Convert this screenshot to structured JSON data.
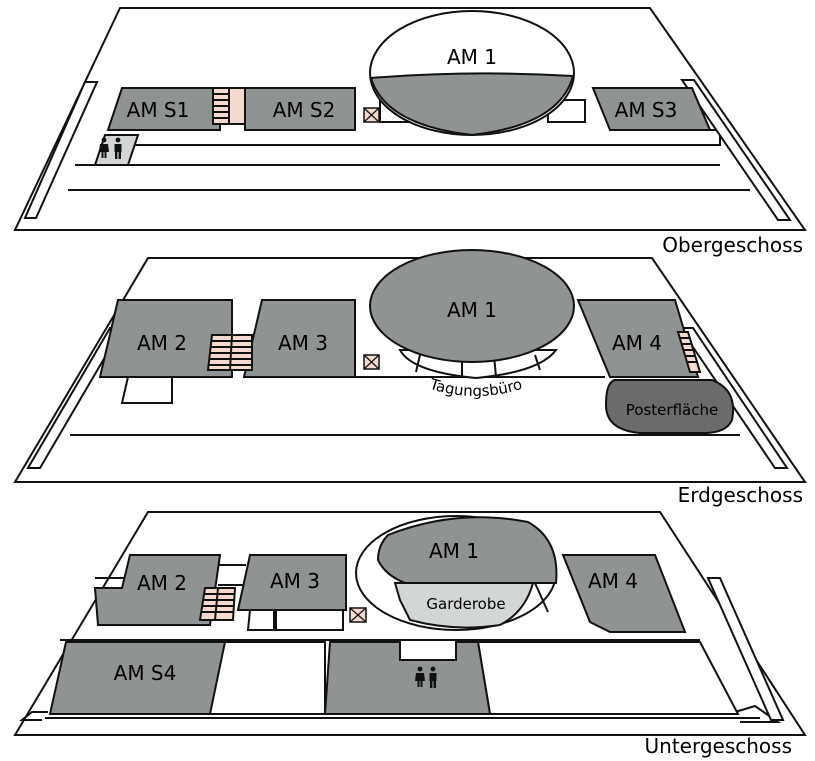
{
  "colors": {
    "room": "#8f9393",
    "poster": "#6b6b6b",
    "garderobe": "#d2d6d6",
    "stairs": "#f5d9cf",
    "wc": "#d2d6d6",
    "outline": "#111111",
    "background": "#ffffff"
  },
  "floors": [
    {
      "name": "Obergeschoss",
      "rooms": [
        "AM 1",
        "AM S1",
        "AM S2",
        "AM S3"
      ]
    },
    {
      "name": "Erdgeschoss",
      "rooms": [
        "AM 1",
        "AM 2",
        "AM 3",
        "AM 4"
      ],
      "poster": "Posterfläche",
      "office": "Tagungsbüro"
    },
    {
      "name": "Untergeschoss",
      "rooms": [
        "AM 1",
        "AM 2",
        "AM 3",
        "AM 4",
        "AM S4"
      ],
      "garderobe": "Garderobe"
    }
  ],
  "icons": [
    "restroom-icon",
    "elevator-icon",
    "stairs-icon"
  ]
}
